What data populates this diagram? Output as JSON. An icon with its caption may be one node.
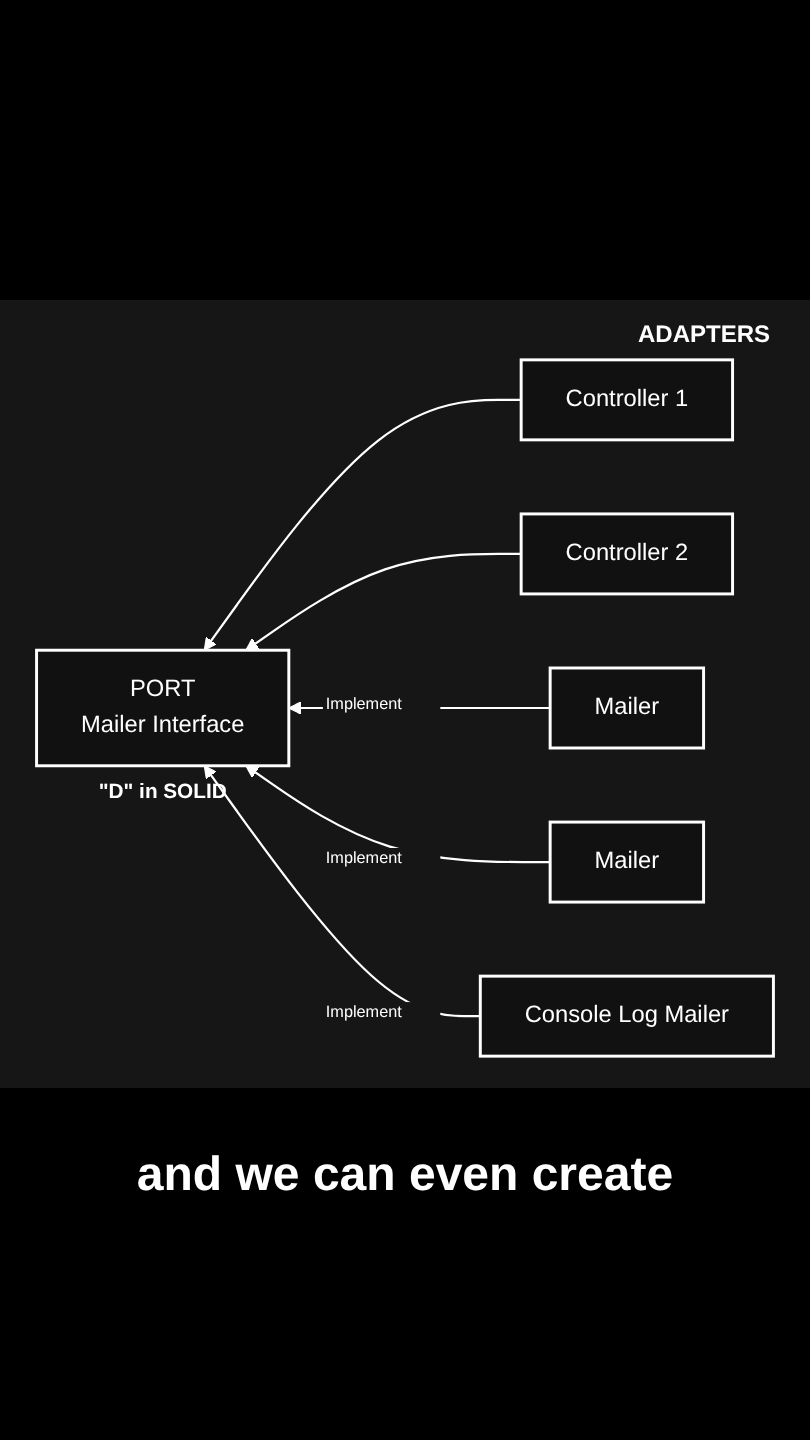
{
  "diagram": {
    "nodes": [
      {
        "text": [
          "Controller 1"
        ]
      },
      {
        "text": [
          "Controller 2"
        ]
      },
      {
        "text": [
          "PORT",
          "Mailer Interface"
        ],
        "beside": [
          "\"D\" in SOLID"
        ]
      },
      {
        "text": [
          "Mailer"
        ]
      },
      {
        "text": [
          "Mailer"
        ]
      },
      {
        "text": [
          "Console Log Mailer"
        ]
      }
    ],
    "edges": [
      {
        "from": 0,
        "to": 2,
        "arrow": "to"
      },
      {
        "from": 1,
        "to": 2,
        "arrow": "to"
      },
      {
        "from": 3,
        "to": 2,
        "arrow": "to",
        "label": "Implement"
      },
      {
        "from": 4,
        "to": 2,
        "arrow": "to",
        "label": "Implement"
      },
      {
        "from": 5,
        "to": 2,
        "arrow": "to",
        "label": "Implement"
      }
    ],
    "labels": [
      "ADAPTERS",
      "and we can even create"
    ]
  }
}
